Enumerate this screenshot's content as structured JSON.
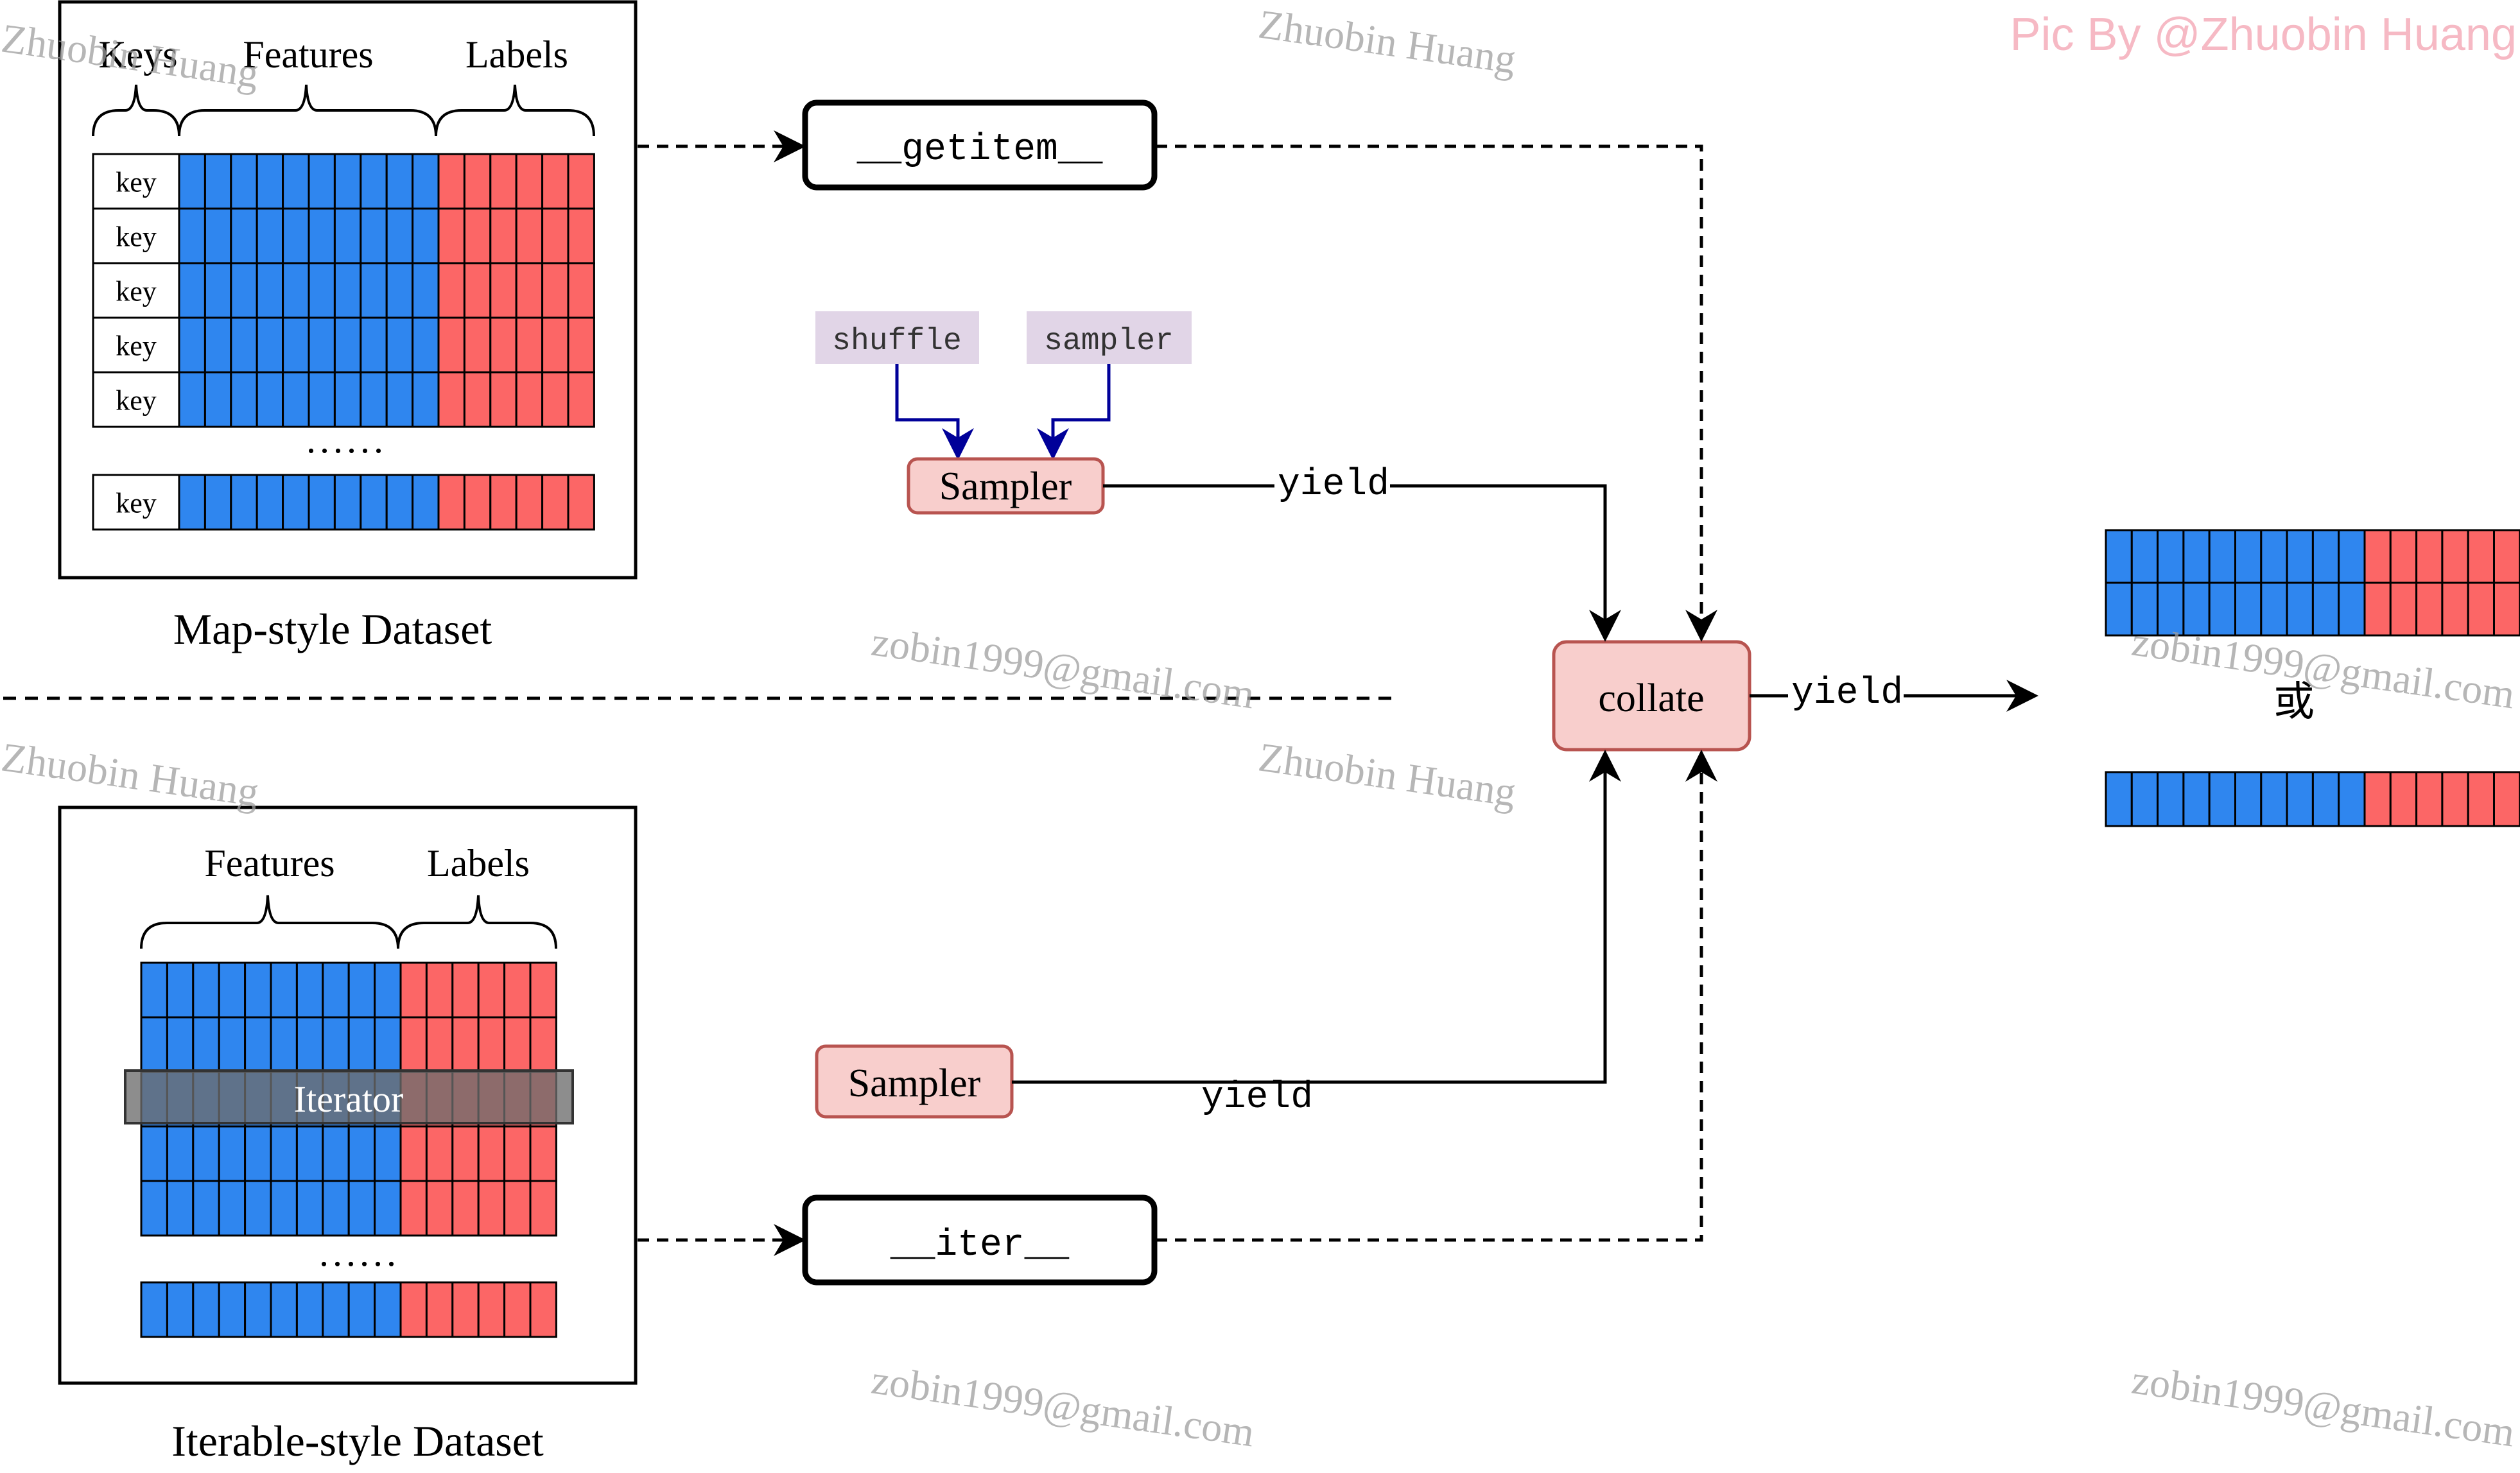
{
  "map_dataset": {
    "caption": "Map-style Dataset",
    "header_keys": "Keys",
    "header_features": "Features",
    "header_labels": "Labels",
    "key_label": "key",
    "ellipsis": "......"
  },
  "iter_dataset": {
    "caption": "Iterable-style Dataset",
    "header_features": "Features",
    "header_labels": "Labels",
    "iterator_label": "Iterator",
    "ellipsis": "......"
  },
  "methods": {
    "getitem": "__getitem__",
    "iter": "__iter__"
  },
  "params": {
    "shuffle": "shuffle",
    "sampler": "sampler"
  },
  "nodes": {
    "sampler_top": "Sampler",
    "sampler_bottom": "Sampler",
    "collate": "collate"
  },
  "edges": {
    "yield_top": "yield",
    "yield_bottom": "yield",
    "yield_out": "yield"
  },
  "output": {
    "or_label": "或"
  },
  "watermarks": {
    "name": "Zhuobin Huang",
    "email": "zobin1999@gmail.com",
    "credit": "Pic By @Zhuobin Huang"
  },
  "colors": {
    "feature_blue": "#2f86ef",
    "label_red": "#fc6666",
    "node_fill": "#f8cecc",
    "node_stroke": "#b85450",
    "param_fill": "#e1d5e7",
    "arrow_navy": "#000099"
  }
}
